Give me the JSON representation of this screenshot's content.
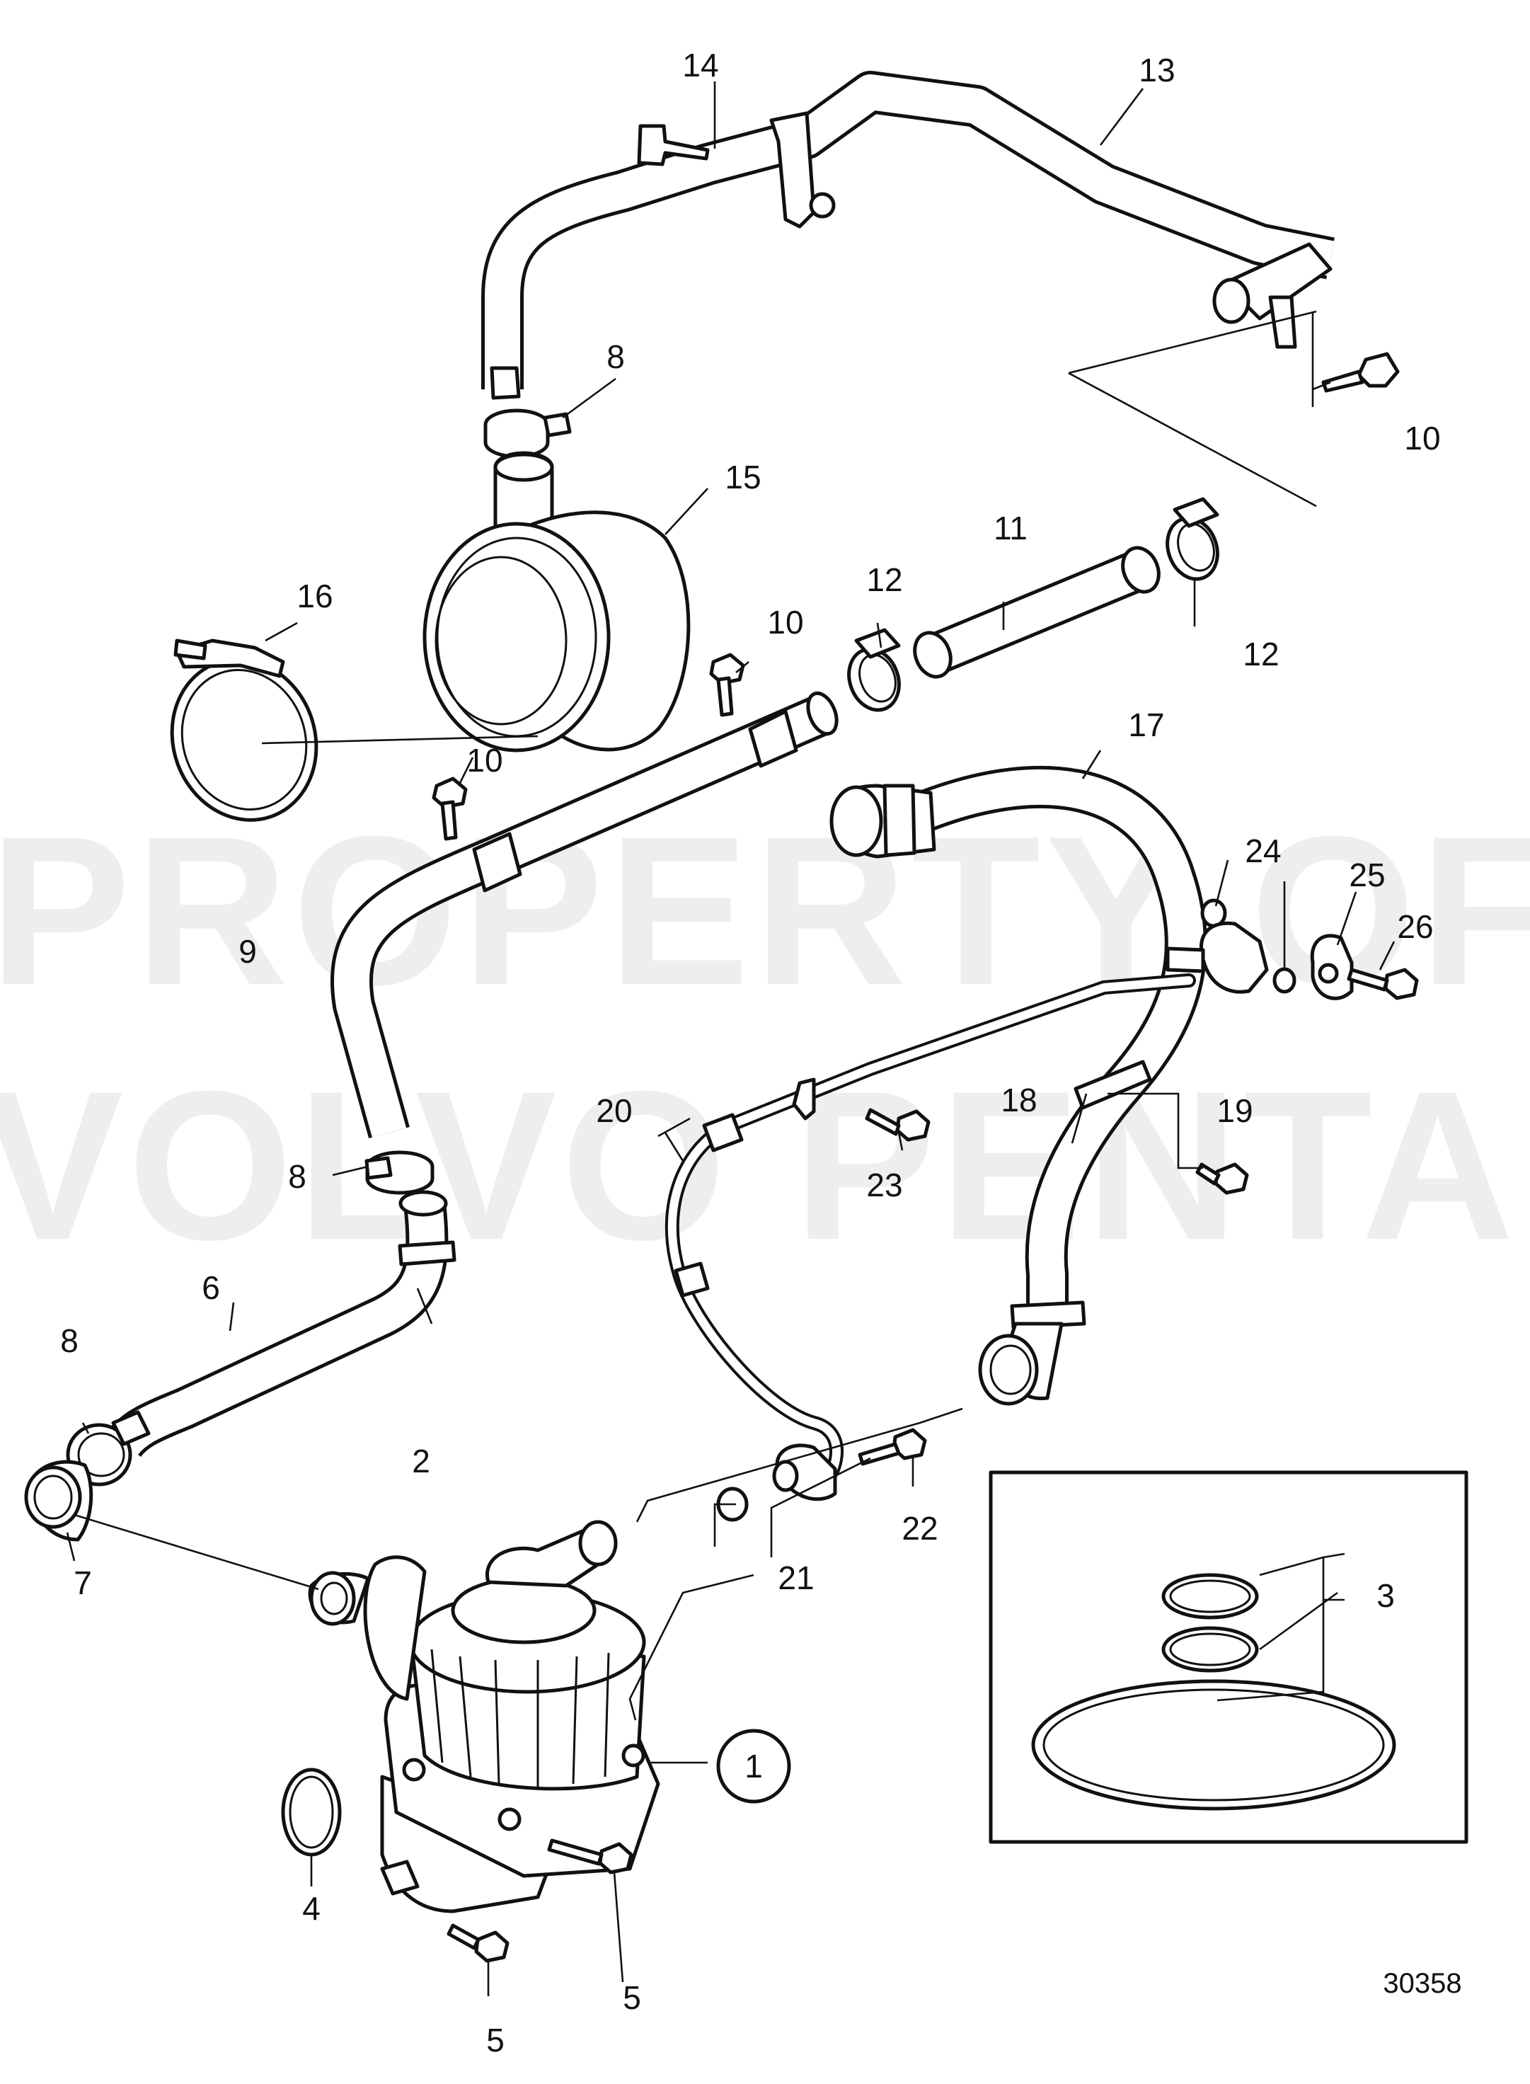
{
  "watermark": {
    "line1": "PROPERTY OF",
    "line2": "VOLVO PENTA"
  },
  "callouts": {
    "c1": "1",
    "c2": "2",
    "c3": "3",
    "c4": "4",
    "c5a": "5",
    "c5b": "5",
    "c6": "6",
    "c7": "7",
    "c8a": "8",
    "c8b": "8",
    "c8c": "8",
    "c9": "9",
    "c10a": "10",
    "c10b": "10",
    "c10c": "10",
    "c11": "11",
    "c12a": "12",
    "c12b": "12",
    "c13": "13",
    "c14": "14",
    "c15": "15",
    "c16": "16",
    "c17": "17",
    "c18": "18",
    "c19": "19",
    "c20": "20",
    "c21": "21",
    "c22": "22",
    "c23": "23",
    "c24": "24",
    "c25": "25",
    "c26": "26"
  },
  "drawing_number": "30358"
}
